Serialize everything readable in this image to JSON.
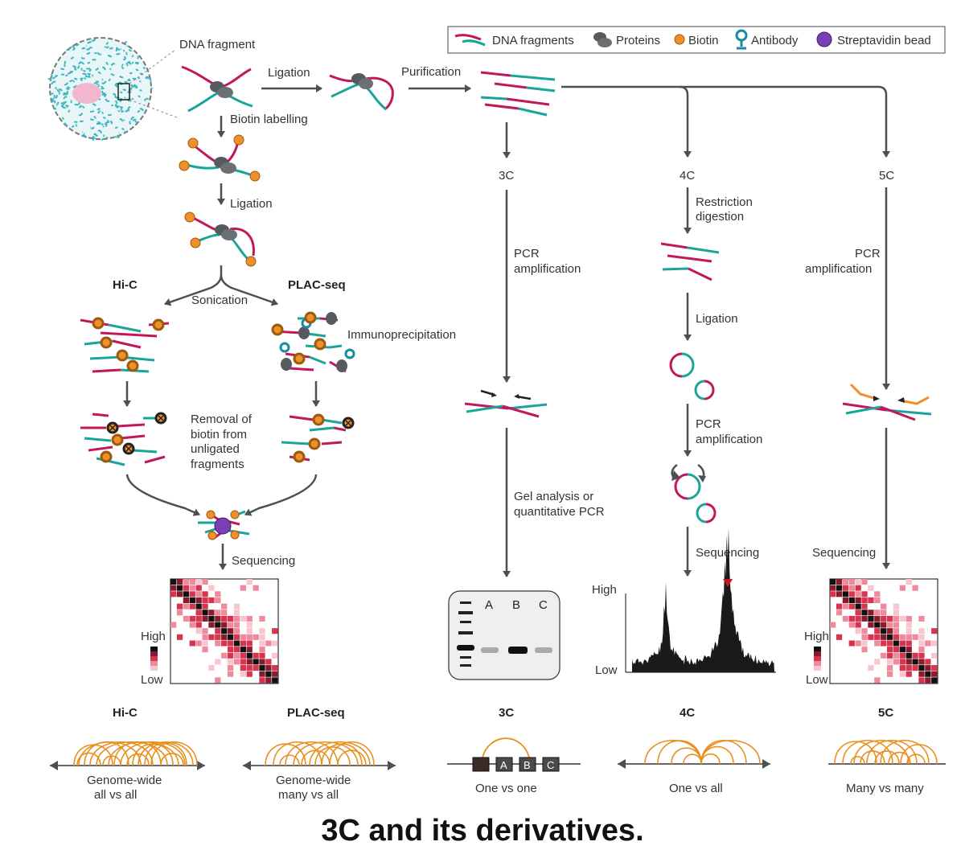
{
  "legend": {
    "dna": "DNA fragments",
    "proteins": "Proteins",
    "biotin": "Biotin",
    "antibody": "Antibody",
    "bead": "Streptavidin bead"
  },
  "labels": {
    "dna_fragment": "DNA fragment",
    "ligation": "Ligation",
    "purification": "Purification",
    "biotin_labelling": "Biotin labelling",
    "ligation2": "Ligation",
    "hic": "Hi-C",
    "placseq": "PLAC-seq",
    "sonication": "Sonication",
    "immunoprecipitation": "Immunoprecipitation",
    "removal_1": "Removal of",
    "removal_2": "biotin from",
    "removal_3": "unligated",
    "removal_4": "fragments",
    "sequencing_hic": "Sequencing",
    "3c": "3C",
    "4c": "4C",
    "5c": "5C",
    "pcr_amp_3c_1": "PCR",
    "pcr_amp_3c_2": "amplification",
    "restriction_1": "Restriction",
    "restriction_2": "digestion",
    "ligation_4c": "Ligation",
    "pcr_amp_4c_1": "PCR",
    "pcr_amp_4c_2": "amplification",
    "pcr_amp_5c_1": "PCR",
    "pcr_amp_5c_2": "amplification",
    "gel_1": "Gel analysis or",
    "gel_2": "quantitative PCR",
    "sequencing_4c": "Sequencing",
    "sequencing_5c": "Sequencing",
    "high": "High",
    "low": "Low",
    "high_4c": "High",
    "low_4c": "Low",
    "high_5c": "High",
    "low_5c": "Low",
    "gel_a": "A",
    "gel_b": "B",
    "gel_c": "C"
  },
  "bottom": {
    "hic_title": "Hi-C",
    "hic_desc_1": "Genome-wide",
    "hic_desc_2": "all vs all",
    "plac_title": "PLAC-seq",
    "plac_desc_1": "Genome-wide",
    "plac_desc_2": "many vs all",
    "c3_title": "3C",
    "c3_desc": "One vs one",
    "c3_a": "A",
    "c3_b": "B",
    "c3_c": "C",
    "c4_title": "4C",
    "c4_desc": "One vs all",
    "c5_title": "5C",
    "c5_desc": "Many vs many"
  },
  "caption": "3C and its derivatives.",
  "colors": {
    "magenta": "#c2185b",
    "teal": "#1aa59a",
    "orange": "#f0902a",
    "protein": "#555a5e",
    "bead": "#7b3fb5",
    "arc": "#e8901e",
    "arrow": "#4a5055"
  }
}
